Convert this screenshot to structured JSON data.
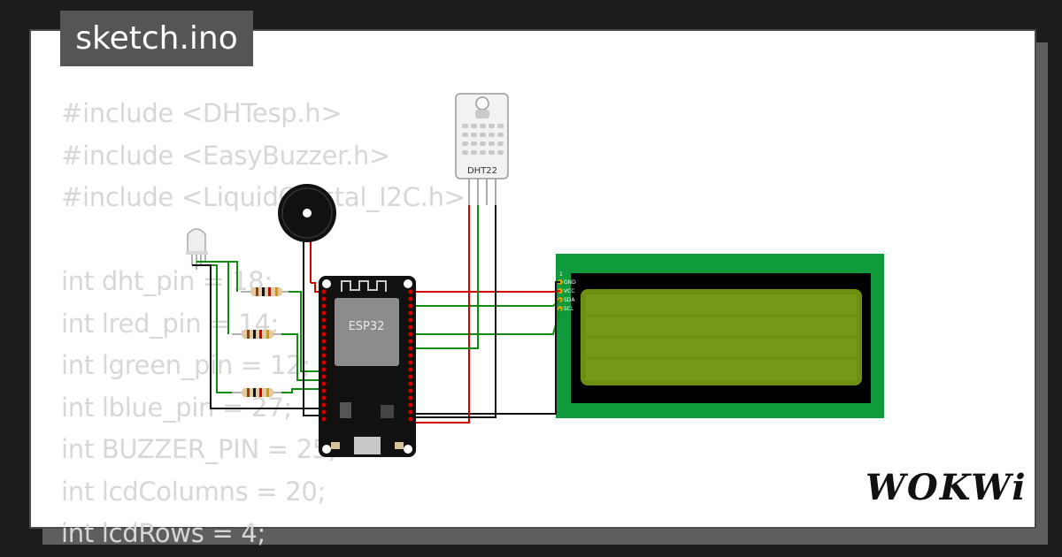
{
  "file_tab": {
    "name": "sketch.ino"
  },
  "code_lines": [
    "#include <DHTesp.h>",
    "#include <EasyBuzzer.h>",
    "#include <LiquidCrystal_I2C.h>",
    "",
    "int dht_pin = 18;",
    "int lred_pin = 14;",
    "int lgreen_pin = 12;",
    "int lblue_pin = 27;",
    "int BUZZER_PIN = 25;",
    "int lcdColumns = 20;",
    "int lcdRows = 4;"
  ],
  "components": {
    "mcu_label": "ESP32",
    "sensor_label": "DHT22",
    "lcd_pins": [
      "GND",
      "VCC",
      "SDA",
      "SCL"
    ],
    "lcd_pin1_label": "1"
  },
  "brand": {
    "logo": "WOKWi"
  },
  "colors": {
    "wire_red": "#d40000",
    "wire_green": "#118c11",
    "wire_black": "#111111",
    "lcd_board": "#0f9b3b",
    "lcd_screen": "#6f8f12",
    "code_text": "#d7d7d7",
    "tag_bg": "#555555"
  }
}
